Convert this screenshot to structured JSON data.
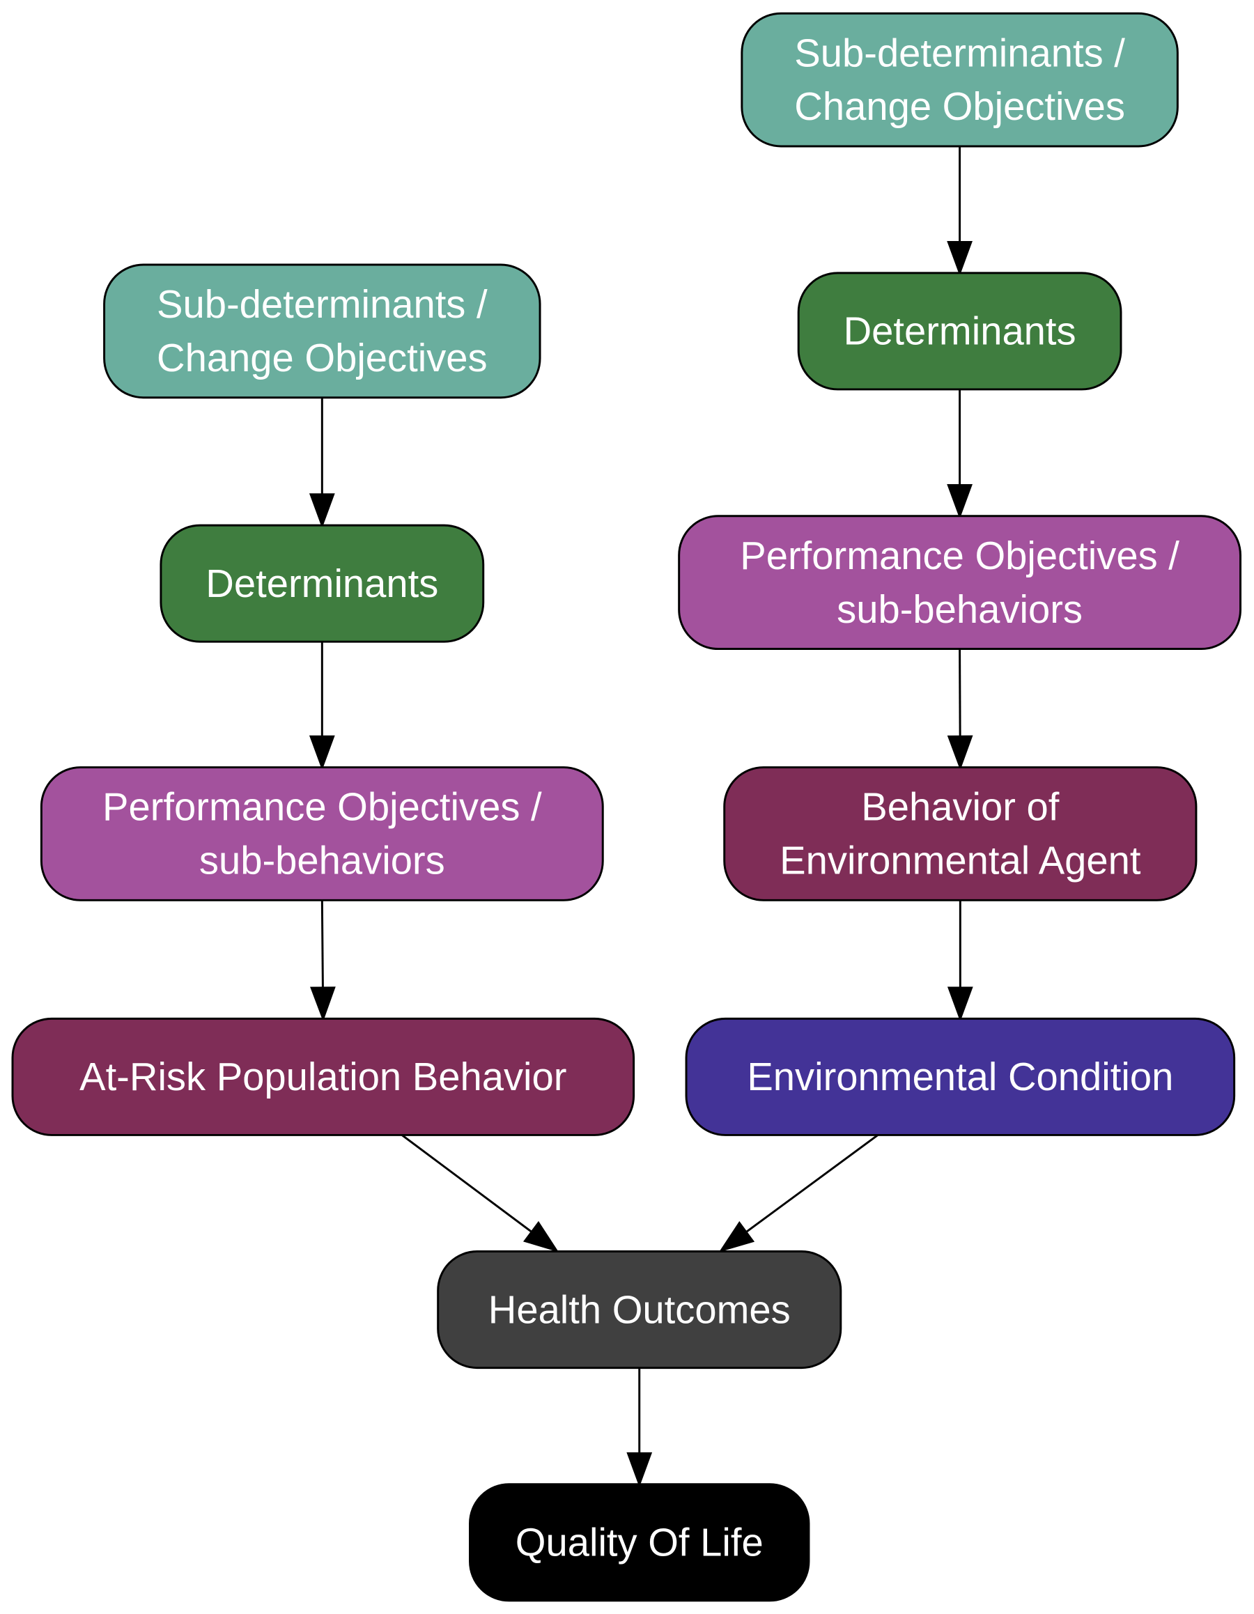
{
  "diagram": {
    "type": "flowchart",
    "nodes": [
      {
        "id": "sub_right",
        "lines": [
          "Sub-determinants /",
          "Change Objectives"
        ],
        "color": "#6aae9e"
      },
      {
        "id": "det_right",
        "lines": [
          "Determinants"
        ],
        "color": "#3f7d3f"
      },
      {
        "id": "perf_right",
        "lines": [
          "Performance Objectives /",
          "sub-behaviors"
        ],
        "color": "#a3529d"
      },
      {
        "id": "env_agent",
        "lines": [
          "Behavior of",
          "Environmental Agent"
        ],
        "color": "#7f2d57"
      },
      {
        "id": "env_cond",
        "lines": [
          "Environmental Condition"
        ],
        "color": "#433397"
      },
      {
        "id": "sub_left",
        "lines": [
          "Sub-determinants /",
          "Change Objectives"
        ],
        "color": "#6aae9e"
      },
      {
        "id": "det_left",
        "lines": [
          "Determinants"
        ],
        "color": "#3f7d3f"
      },
      {
        "id": "perf_left",
        "lines": [
          "Performance Objectives /",
          "sub-behaviors"
        ],
        "color": "#a3529d"
      },
      {
        "id": "at_risk",
        "lines": [
          "At-Risk Population Behavior"
        ],
        "color": "#7f2d57"
      },
      {
        "id": "health",
        "lines": [
          "Health Outcomes"
        ],
        "color": "#404040"
      },
      {
        "id": "qol",
        "lines": [
          "Quality Of Life"
        ],
        "color": "#000000"
      }
    ],
    "edges": [
      {
        "from": "sub_right",
        "to": "det_right"
      },
      {
        "from": "det_right",
        "to": "perf_right"
      },
      {
        "from": "perf_right",
        "to": "env_agent"
      },
      {
        "from": "env_agent",
        "to": "env_cond"
      },
      {
        "from": "sub_left",
        "to": "det_left"
      },
      {
        "from": "det_left",
        "to": "perf_left"
      },
      {
        "from": "perf_left",
        "to": "at_risk"
      },
      {
        "from": "at_risk",
        "to": "health"
      },
      {
        "from": "env_cond",
        "to": "health"
      },
      {
        "from": "health",
        "to": "qol"
      }
    ]
  }
}
